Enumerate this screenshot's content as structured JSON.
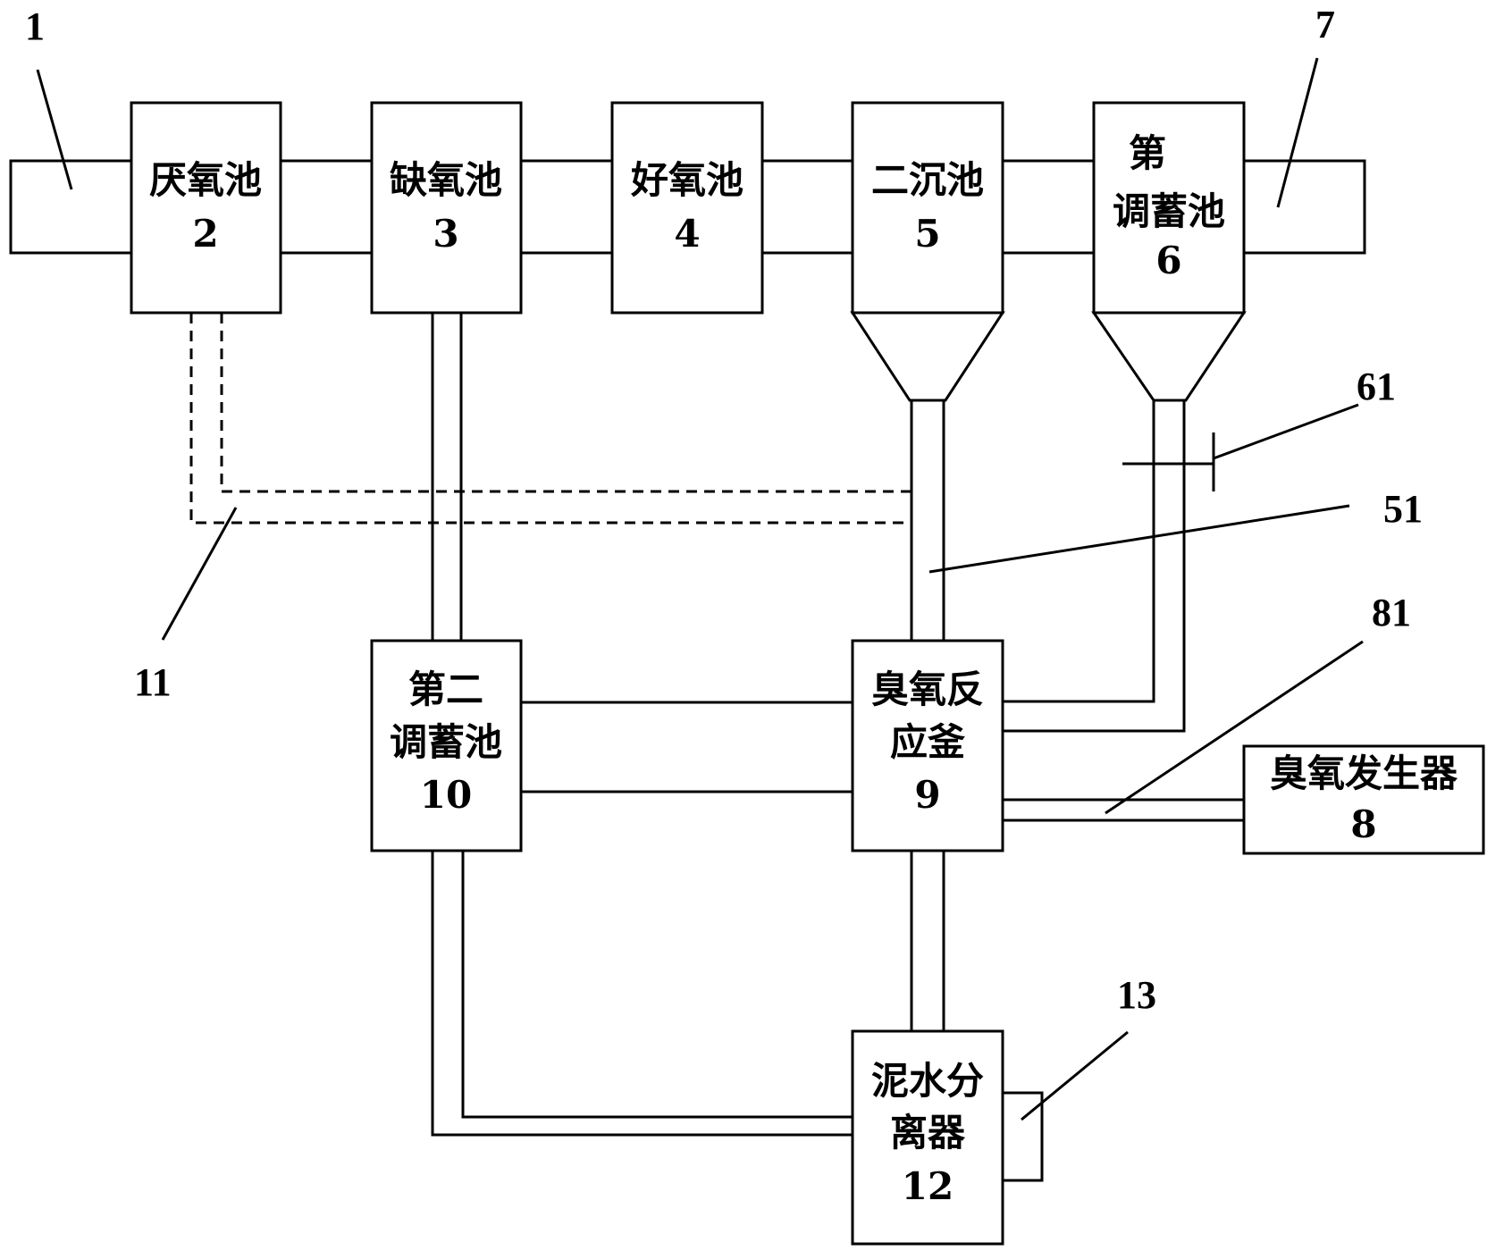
{
  "figure": {
    "components": {
      "inlet": {
        "ref": "1"
      },
      "anaerobic_tank": {
        "name": "厌氧池",
        "ref": "2"
      },
      "anoxic_tank": {
        "name": "缺氧池",
        "ref": "3"
      },
      "aerobic_tank": {
        "name": "好氧池",
        "ref": "4"
      },
      "secondary_clarifier": {
        "name": "二沉池",
        "ref": "5"
      },
      "first_regulating_tank": {
        "name_line1": "第",
        "name_line2": "调蓄池",
        "ref": "6"
      },
      "outlet": {
        "ref": "7"
      },
      "ozone_generator": {
        "name": "臭氧发生器",
        "ref": "8"
      },
      "ozone_reactor": {
        "name_line1": "臭氧反",
        "name_line2": "应釜",
        "ref": "9"
      },
      "second_regulating_tank": {
        "name_line1": "第二",
        "name_line2": "调蓄池",
        "ref": "10"
      },
      "mud_water_separator": {
        "name_line1": "泥水分",
        "name_line2": "离器",
        "ref": "12"
      }
    },
    "callouts": {
      "return_line": "11",
      "sludge_pipe": "51",
      "valve": "61",
      "ozone_pipe": "81",
      "separator_outlet": "13"
    }
  }
}
